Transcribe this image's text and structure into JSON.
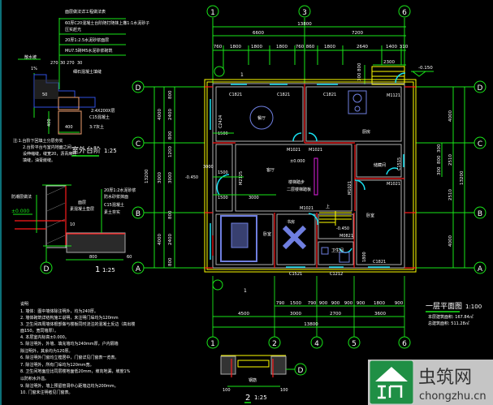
{
  "top_dims": {
    "total": "13800",
    "seg_a": "6600",
    "seg_b": "7200",
    "parts": [
      "760",
      "1800",
      "1800",
      "1800",
      "760",
      "860",
      "1800",
      "2640",
      "1400",
      "310"
    ],
    "porch": "2300",
    "elev": "-0.150",
    "vert": [
      "300",
      "800"
    ]
  },
  "bottom_dims": {
    "parts": [
      "790",
      "1500",
      "790",
      "900",
      "900",
      "900",
      "900",
      "1800",
      "900"
    ],
    "mid": [
      "4500",
      "3000",
      "2700",
      "3600"
    ],
    "total": "13800"
  },
  "left_dims": {
    "total": "13200",
    "a": [
      "4000",
      "3000",
      "4000"
    ],
    "b": [
      "800",
      "2400",
      "800",
      "1200",
      "3000",
      "800",
      "2400",
      "800"
    ]
  },
  "right_dims": {
    "total": "13200",
    "a": [
      "4000",
      "2510",
      "2510",
      "4000"
    ],
    "b": [
      "300",
      "800",
      "300"
    ]
  },
  "axes": {
    "top": [
      "1",
      "3",
      "6"
    ],
    "bottom": [
      "1",
      "2",
      "4",
      "5",
      "6"
    ],
    "rows": [
      "D",
      "C",
      "B",
      "A"
    ]
  },
  "rooms": {
    "dining": "餐厅",
    "kitchen": "厨房",
    "living": "客厅",
    "bedroom1": "卧室",
    "study": "书房",
    "storage": "储藏间",
    "bedroom2": "卧室",
    "bath": "卫生间",
    "up": "上",
    "level0": "±0.000",
    "level1": "-0.450",
    "stair_note1": "楼梯踏步",
    "stair_note2": "二层楼梯踏板"
  },
  "labels": {
    "windows": [
      "C1821",
      "C1821",
      "C1821",
      "C2424",
      "C1515",
      "C1821",
      "C1521",
      "C1212"
    ],
    "doors": [
      "M1121",
      "M1021",
      "M1021",
      "M1021",
      "M1021",
      "M1021",
      "M0821",
      "M2125",
      "M1021"
    ],
    "dims_inner": [
      "1500",
      "1500",
      "1500",
      "3000",
      "1800",
      "3000"
    ],
    "elev_left": "-0.450",
    "section_mark": "1"
  },
  "title": {
    "name": "一层平面图",
    "scale": "1:100",
    "area1": "本层建筑面积: 167.84㎡",
    "area2": "总建筑面积: 511.28㎡"
  },
  "detail_step": {
    "title": "室外台阶",
    "scale": "1:25",
    "notes": [
      "面层做法详工程做法表",
      "60厚C20混凝土台阶随打随抹上撒1:1水泥砂子",
      "压实赶光",
      "20厚1:2.5水泥砂浆面层",
      "MU7.5砖M5水泥砂浆砌筑"
    ],
    "dims": [
      "270",
      "30",
      "270",
      "30",
      "50",
      "400",
      "400",
      "1%"
    ],
    "labels": [
      "散水坡",
      "细石混凝土填缝",
      "2:4X200X层",
      "C15混凝土",
      "3:7灰土"
    ],
    "foot": [
      "注:1.台阶下回填土分层夯实",
      "2.台阶平台与室内地面之间",
      "设伸缩缝，缝宽20，沥青麻丝",
      "填缝，油膏嵌缝。"
    ]
  },
  "detail_1": {
    "num": "1",
    "scale": "1:25",
    "level": "±0.000",
    "labels": [
      "防潮层做法",
      "面层",
      "素混凝土垫层",
      "20厚1:2水泥砂浆",
      "防水砂浆抹面",
      "C15混凝土",
      "素土夯实"
    ],
    "dims": [
      "800",
      "60",
      "10"
    ],
    "axis": "D"
  },
  "detail_2": {
    "num": "2",
    "scale": "1:25",
    "dims": [
      "100",
      "100"
    ],
    "label": "钢筋",
    "axis": "D"
  },
  "notes": {
    "title": "说明",
    "lines": [
      "1. 墙体：图中墙体除注明外，均为240厚。",
      "2. 墙体砌筑详结构施工说明，未注明门垛均为120mm",
      "3. 卫生间四周墙体根部做与楼板同时浇注的混凝土反边（高出楼",
      "面150，宽同墙厚）。",
      "4. 本层室内标高±0.000。",
      "5. 除注明外，外墙、填充墙均为240mm厚，户内隔墙",
      "除注明外，其余均为120厚。",
      "6. 除注明外门窗均立樘居中，门窗详见门窗表一览表。",
      "7. 除注明外，所有门垛均为120mm宽。",
      "8. 卫生间地面应比同层楼地面低20mm，坡向地漏，坡度1%",
      "以防积水外溢。",
      "9. 除注明外，墙上预留管洞中心距墙边均为200mm。",
      "10. 门窗未注明者见门窗表。"
    ]
  },
  "logo": {
    "cn": "虫筑网",
    "url": "chongzhu.cn"
  }
}
